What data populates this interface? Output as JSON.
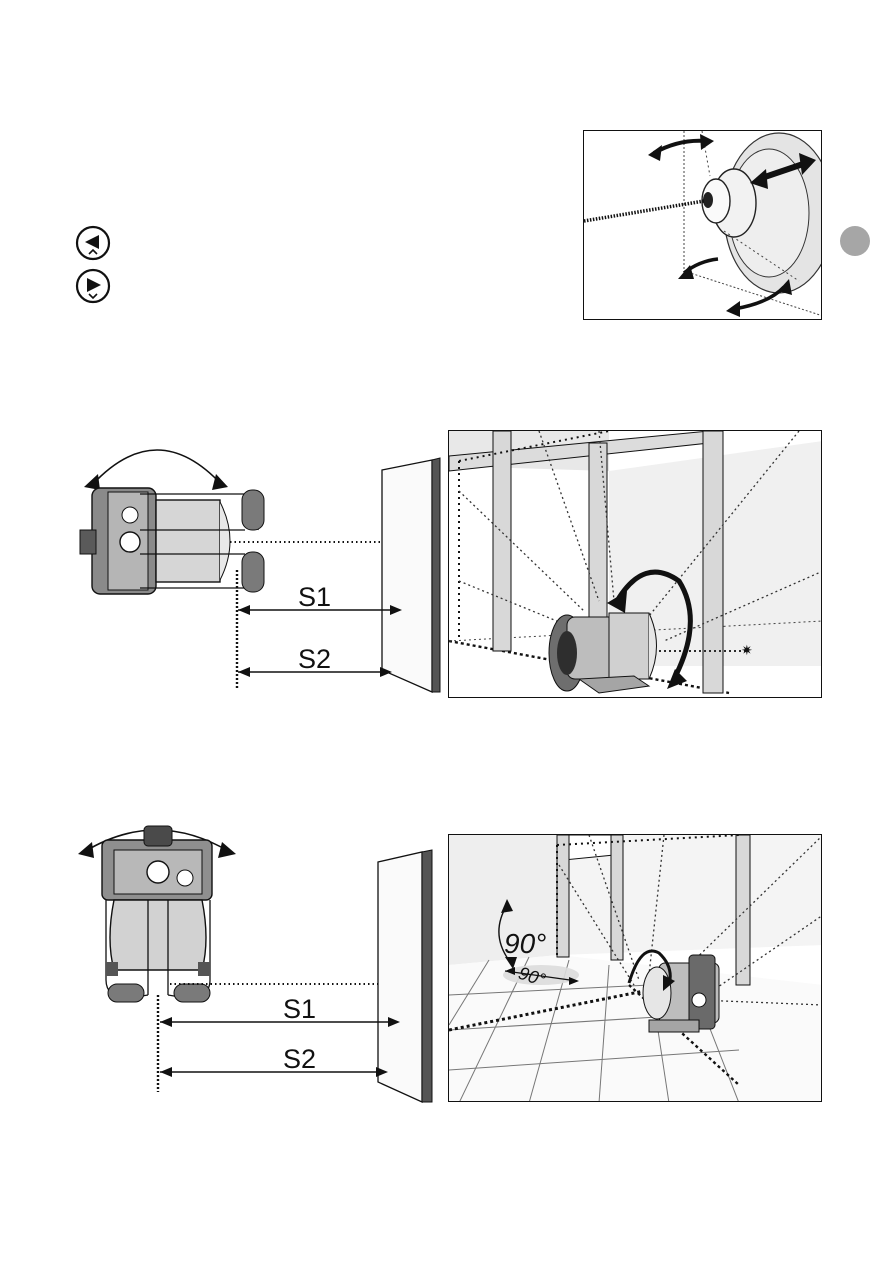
{
  "page": {
    "thumb_tab_color": "#a6a6a6"
  },
  "controls": {
    "left_arrow_button": {
      "icon": "arrow-left-circle-icon",
      "glyph": "◄"
    },
    "right_arrow_button": {
      "icon": "arrow-right-circle-icon",
      "glyph": "►"
    }
  },
  "figure2": {
    "distance_labels": {
      "s1": "S1",
      "s2": "S2"
    }
  },
  "figure3": {
    "distance_labels": {
      "s1": "S1",
      "s2": "S2"
    },
    "angle_labels": {
      "wall": "90°",
      "floor": "90°"
    }
  }
}
